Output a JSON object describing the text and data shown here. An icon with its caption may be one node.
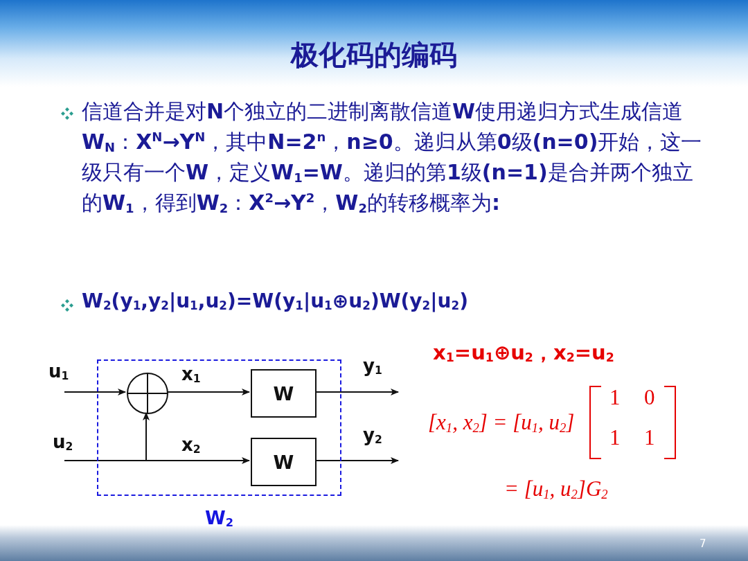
{
  "diagram": {
    "title": "极化码的编码",
    "nodes": [
      {
        "text": [
          "W$_{2}$"
        ]
      },
      {
        "text": [],
        "shape": "circle",
        "in": 0
      },
      {
        "text": [
          "W"
        ],
        "in": 0
      },
      {
        "text": [
          "W"
        ],
        "in": 0
      }
    ],
    "edges": [
      {
        "from": null,
        "to": 1,
        "arrow": "to",
        "label": "u$_{1}$"
      },
      {
        "from": null,
        "to": 1,
        "arrow": "to",
        "label": "u$_{2}$"
      },
      {
        "from": null,
        "to": 3,
        "arrow": "to",
        "label": "x$_{2}$"
      },
      {
        "from": 1,
        "to": 2,
        "arrow": "to",
        "label": "x$_{1}$"
      },
      {
        "from": 2,
        "to": null,
        "arrow": "to",
        "label": "y$_{1}$"
      },
      {
        "from": 3,
        "to": null,
        "arrow": "to",
        "label": "y$_{2}$"
      }
    ],
    "labels": [
      "信道合并是对**N**个独立的二进制离散信道**W**使用递归方式生成信道**W$_{N}$**：**X$^{N}$→Y$^{N}$**，其中**N=2$^{n}$**，**n≥0**。递归从第**0**级**(n=0)**开始，这一级只有一个**W**，定义**W$_{1}$=W**。递归的第**1**级**(n=1)**是合并两个独立的**W$_{1}$**，得到**W$_{2}$**：**X$^{2}$→Y$^{2}$**，**W$_{2}$**的转移概率为**:**",
      "W$_{2}$(y$_{1}$,y$_{2}$|u$_{1}$,u$_{2}$)=W(y$_{1}$|u$_{1}$⊕u$_{2}$)W(y$_{2}$|u$_{2}$)",
      "x$_{1}$=u$_{1}$⊕u$_{2}$，x$_{2}$=u$_{2}$",
      "[x$_{1}$, x$_{2}$] = [u$_{1}$, u$_{2}$]",
      "1",
      "0",
      "1",
      "1",
      "= [u$_{1}$, u$_{2}$]G$_{2}$",
      "7"
    ]
  }
}
